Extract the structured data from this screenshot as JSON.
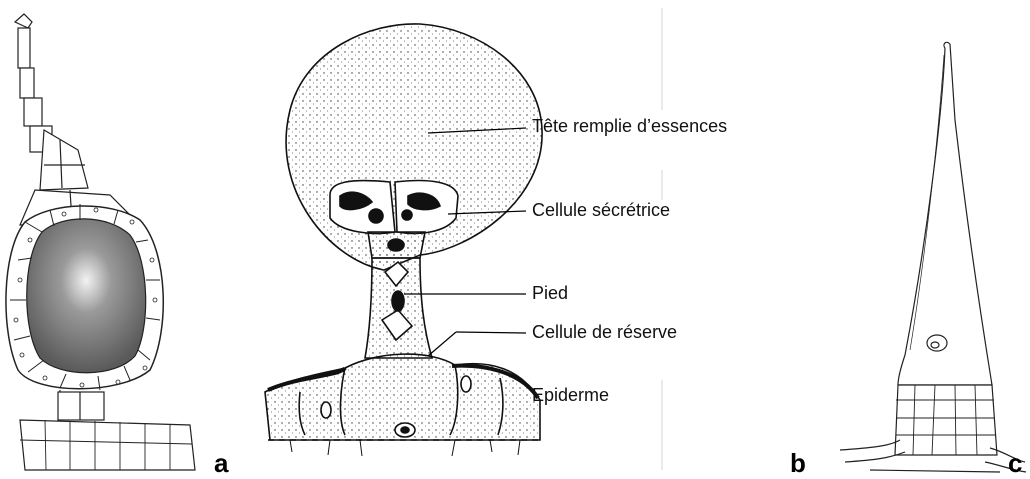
{
  "panels": {
    "a": "a",
    "b": "b",
    "c": "c"
  },
  "labels": {
    "head": "Tête remplie d’essences",
    "secretory": "Cellule sécrétrice",
    "stalk": "Pied",
    "reserve": "Cellule de réserve",
    "epidermis": "Epiderme"
  }
}
